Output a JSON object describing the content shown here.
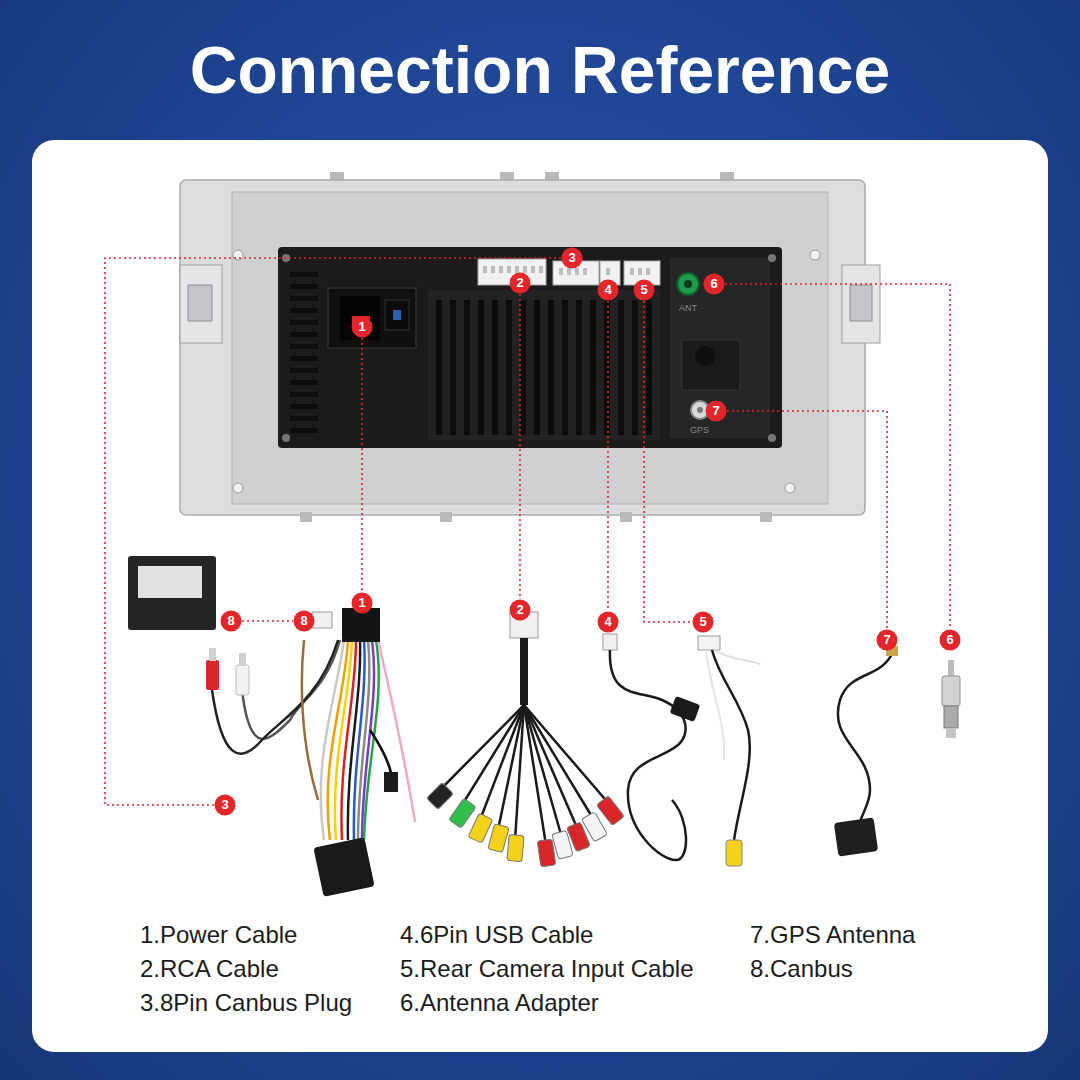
{
  "diagram": {
    "title": "Connection Reference",
    "nodes": [
      {
        "text": [
          "3"
        ]
      },
      {
        "text": [
          "2"
        ]
      },
      {
        "text": [
          "4"
        ]
      },
      {
        "text": [
          "5"
        ]
      },
      {
        "text": [
          "6"
        ]
      },
      {
        "text": [
          "1"
        ]
      },
      {
        "text": [
          "7"
        ]
      },
      {
        "text": [
          "8"
        ]
      },
      {
        "text": [
          "8"
        ]
      },
      {
        "text": [
          "1"
        ]
      },
      {
        "text": [
          "2"
        ]
      },
      {
        "text": [
          "4"
        ]
      },
      {
        "text": [
          "5"
        ]
      },
      {
        "text": [
          "7"
        ]
      },
      {
        "text": [
          "6"
        ]
      },
      {
        "text": [
          "3"
        ]
      }
    ],
    "edges": [
      {
        "from": 5,
        "to": 9,
        "arrow": "none"
      },
      {
        "from": 1,
        "to": 10,
        "arrow": "none"
      },
      {
        "from": 0,
        "to": 15,
        "arrow": "none"
      },
      {
        "from": 2,
        "to": 11,
        "arrow": "none"
      },
      {
        "from": 3,
        "to": 12,
        "arrow": "none"
      },
      {
        "from": 4,
        "to": 14,
        "arrow": "none"
      },
      {
        "from": 6,
        "to": 13,
        "arrow": "none"
      },
      {
        "from": 7,
        "to": 8,
        "arrow": "none"
      }
    ],
    "labels": [
      "1.Power Cable",
      "2.RCA Cable",
      "3.8Pin Canbus Plug",
      "4.6Pin USB Cable",
      "5.Rear Camera Input Cable",
      "6.Antenna Adapter",
      "7.GPS Antenna",
      "8.Canbus",
      "ANT",
      "GPS"
    ]
  }
}
